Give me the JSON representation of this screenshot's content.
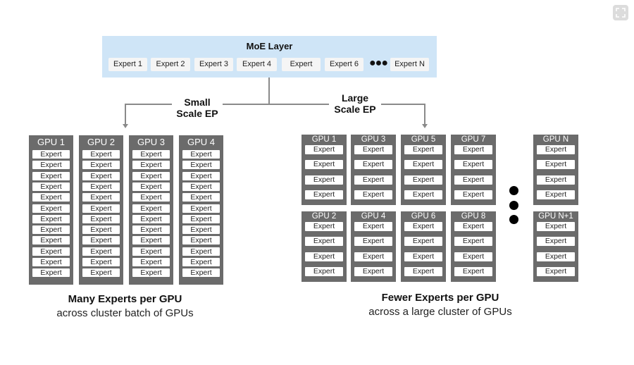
{
  "moe_layer": {
    "title": "MoE Layer",
    "experts": [
      "Expert 1",
      "Expert 2",
      "Expert 3",
      "Expert 4",
      "Expert",
      "Expert 6"
    ],
    "ellipsis": "●●●",
    "last_expert": "Expert N"
  },
  "small_ep": {
    "label_line1": "Small",
    "label_line2": "Scale EP",
    "gpus": [
      {
        "name": "GPU 1",
        "experts": [
          "Expert",
          "Expert",
          "Expert",
          "Expert",
          "Expert",
          "Expert",
          "Expert",
          "Expert",
          "Expert",
          "Expert",
          "Expert",
          "Expert"
        ]
      },
      {
        "name": "GPU 2",
        "experts": [
          "Expert",
          "Expert",
          "Expert",
          "Expert",
          "Expert",
          "Expert",
          "Expert",
          "Expert",
          "Expert",
          "Expert",
          "Expert",
          "Expert"
        ]
      },
      {
        "name": "GPU 3",
        "experts": [
          "Expert",
          "Expert",
          "Expert",
          "Expert",
          "Expert",
          "Expert",
          "Expert",
          "Expert",
          "Expert",
          "Expert",
          "Expert",
          "Expert"
        ]
      },
      {
        "name": "GPU 4",
        "experts": [
          "Expert",
          "Expert",
          "Expert",
          "Expert",
          "Expert",
          "Expert",
          "Expert",
          "Expert",
          "Expert",
          "Expert",
          "Expert",
          "Expert"
        ]
      }
    ],
    "caption_title": "Many Experts per GPU",
    "caption_sub": "across cluster batch of GPUs"
  },
  "large_ep": {
    "label_line1": "Large",
    "label_line2": "Scale EP",
    "gpus": [
      {
        "name": "GPU 1",
        "experts": [
          "Expert",
          "Expert",
          "Expert",
          "Expert"
        ]
      },
      {
        "name": "GPU 3",
        "experts": [
          "Expert",
          "Expert",
          "Expert",
          "Expert"
        ]
      },
      {
        "name": "GPU 5",
        "experts": [
          "Expert",
          "Expert",
          "Expert",
          "Expert"
        ]
      },
      {
        "name": "GPU 7",
        "experts": [
          "Expert",
          "Expert",
          "Expert",
          "Expert"
        ]
      },
      {
        "name": "GPU N",
        "experts": [
          "Expert",
          "Expert",
          "Expert",
          "Expert"
        ]
      },
      {
        "name": "GPU 2",
        "experts": [
          "Expert",
          "Expert",
          "Expert",
          "Expert"
        ]
      },
      {
        "name": "GPU 4",
        "experts": [
          "Expert",
          "Expert",
          "Expert",
          "Expert"
        ]
      },
      {
        "name": "GPU 6",
        "experts": [
          "Expert",
          "Expert",
          "Expert",
          "Expert"
        ]
      },
      {
        "name": "GPU 8",
        "experts": [
          "Expert",
          "Expert",
          "Expert",
          "Expert"
        ]
      },
      {
        "name": "GPU N+1",
        "experts": [
          "Expert",
          "Expert",
          "Expert",
          "Expert"
        ]
      }
    ],
    "caption_title": "Fewer Experts per GPU",
    "caption_sub": "across a large cluster of GPUs"
  },
  "colors": {
    "moe_background": "#cfe5f7",
    "gpu_box": "#6b6b6b",
    "expert_chip": "#ffffff",
    "connector": "#8a8a8a"
  },
  "icons": {
    "expand": "expand-icon",
    "ellipsis": "vertical-ellipsis-dots"
  }
}
